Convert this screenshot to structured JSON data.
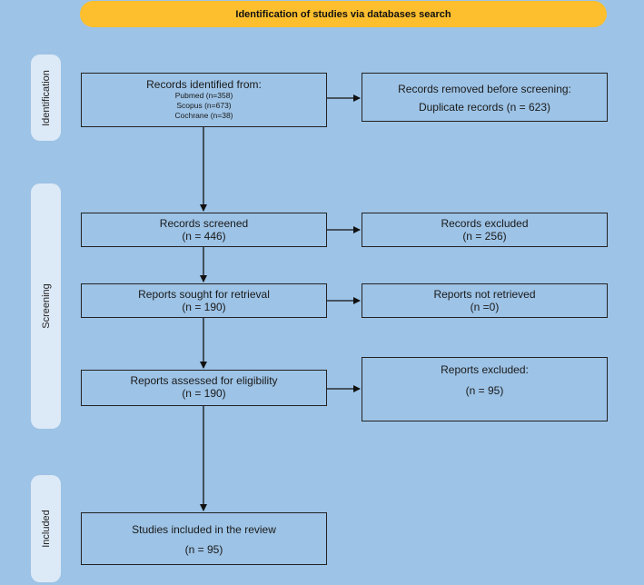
{
  "header": {
    "title": "Identification of studies via databases search"
  },
  "phases": {
    "identification": "Identification",
    "screening": "Screening",
    "included": "Included"
  },
  "boxes": {
    "records_identified": {
      "title": "Records identified from:",
      "lines": [
        "Pubmed (n=358)",
        "Scopus (n=673)",
        "Cochrane (n=38)"
      ]
    },
    "records_removed": {
      "title": "Records removed before screening:",
      "detail": "Duplicate records (n = 623)"
    },
    "records_screened": {
      "title": "Records screened",
      "count": "(n = 446)"
    },
    "records_excluded": {
      "title": "Records excluded",
      "count": "(n = 256)"
    },
    "reports_sought": {
      "title": "Reports sought for retrieval",
      "count": "(n = 190)"
    },
    "reports_not_retrieved": {
      "title": "Reports not retrieved",
      "count": "(n =0)"
    },
    "reports_assessed": {
      "title": "Reports assessed for eligibility",
      "count": "(n = 190)"
    },
    "reports_excluded": {
      "title": "Reports excluded:",
      "count": "(n = 95)"
    },
    "studies_included": {
      "title": "Studies included in the review",
      "count": "(n = 95)"
    }
  },
  "colors": {
    "background": "#9dc3e6",
    "header": "#fdbf2d",
    "phase_label": "#dce9f6",
    "border": "#222222"
  }
}
